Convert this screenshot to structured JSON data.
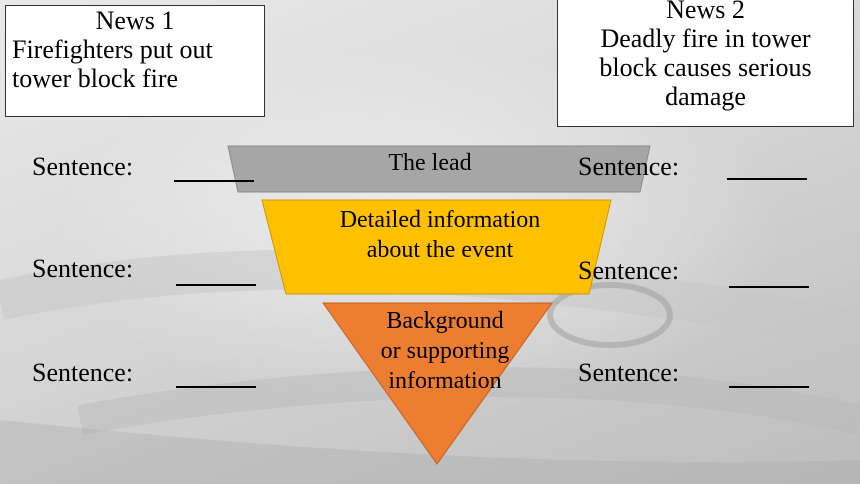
{
  "news_left": {
    "title": "News 1",
    "headline_line1": "Firefighters put out",
    "headline_line2": "tower block fire"
  },
  "news_right": {
    "title": "News 2",
    "headline_line1": "Deadly fire in tower",
    "headline_line2": "block causes serious",
    "headline_line3": "damage"
  },
  "pyramid": {
    "tiers": [
      {
        "line1": "The lead",
        "color": "#a6a6a6"
      },
      {
        "line1": "Detailed information",
        "line2": "about the event",
        "color": "#ffc000"
      },
      {
        "line1": "Background",
        "line2": "or supporting",
        "line3": "information",
        "color": "#ed7d31"
      }
    ]
  },
  "rows": {
    "left": [
      "Sentence:",
      "Sentence:",
      "Sentence:"
    ],
    "right": [
      "Sentence:",
      "Sentence:",
      "Sentence:"
    ],
    "blank": "_____"
  }
}
